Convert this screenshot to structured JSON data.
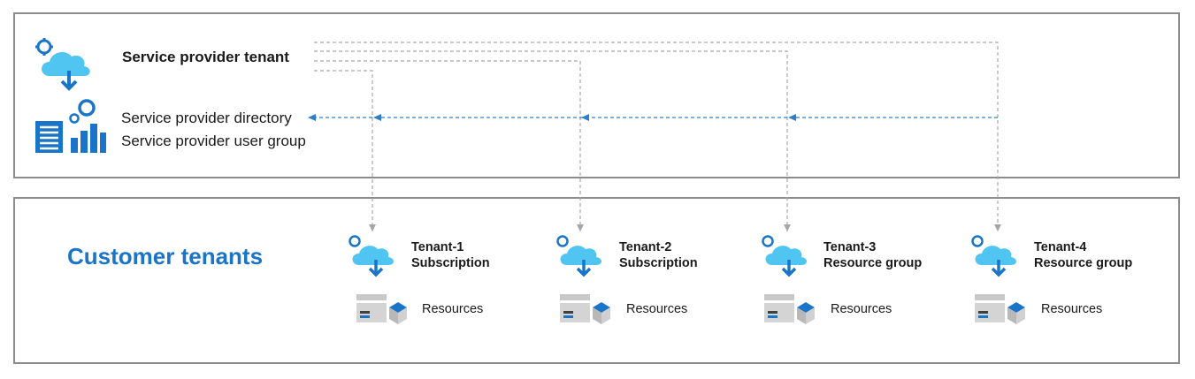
{
  "provider": {
    "title": "Service provider tenant",
    "directory": "Service provider directory",
    "user_group": "Service provider user group",
    "icons": [
      "cloud-gear-download-icon",
      "directory-chart-gear-icon"
    ]
  },
  "customer": {
    "title": "Customer tenants",
    "tenants": [
      {
        "name": "Tenant-1",
        "scope": "Subscription",
        "resources": "Resources"
      },
      {
        "name": "Tenant-2",
        "scope": "Subscription",
        "resources": "Resources"
      },
      {
        "name": "Tenant-3",
        "scope": "Resource group",
        "resources": "Resources"
      },
      {
        "name": "Tenant-4",
        "scope": "Resource group",
        "resources": "Resources"
      }
    ]
  },
  "colors": {
    "accent": "#1a75c8",
    "cloud": "#50c5f2",
    "gear": "#1a75c8",
    "grey_arrow": "#a6a6a6",
    "blue_arrow": "#2f7ec9",
    "panel_border": "#8c8c8c"
  }
}
